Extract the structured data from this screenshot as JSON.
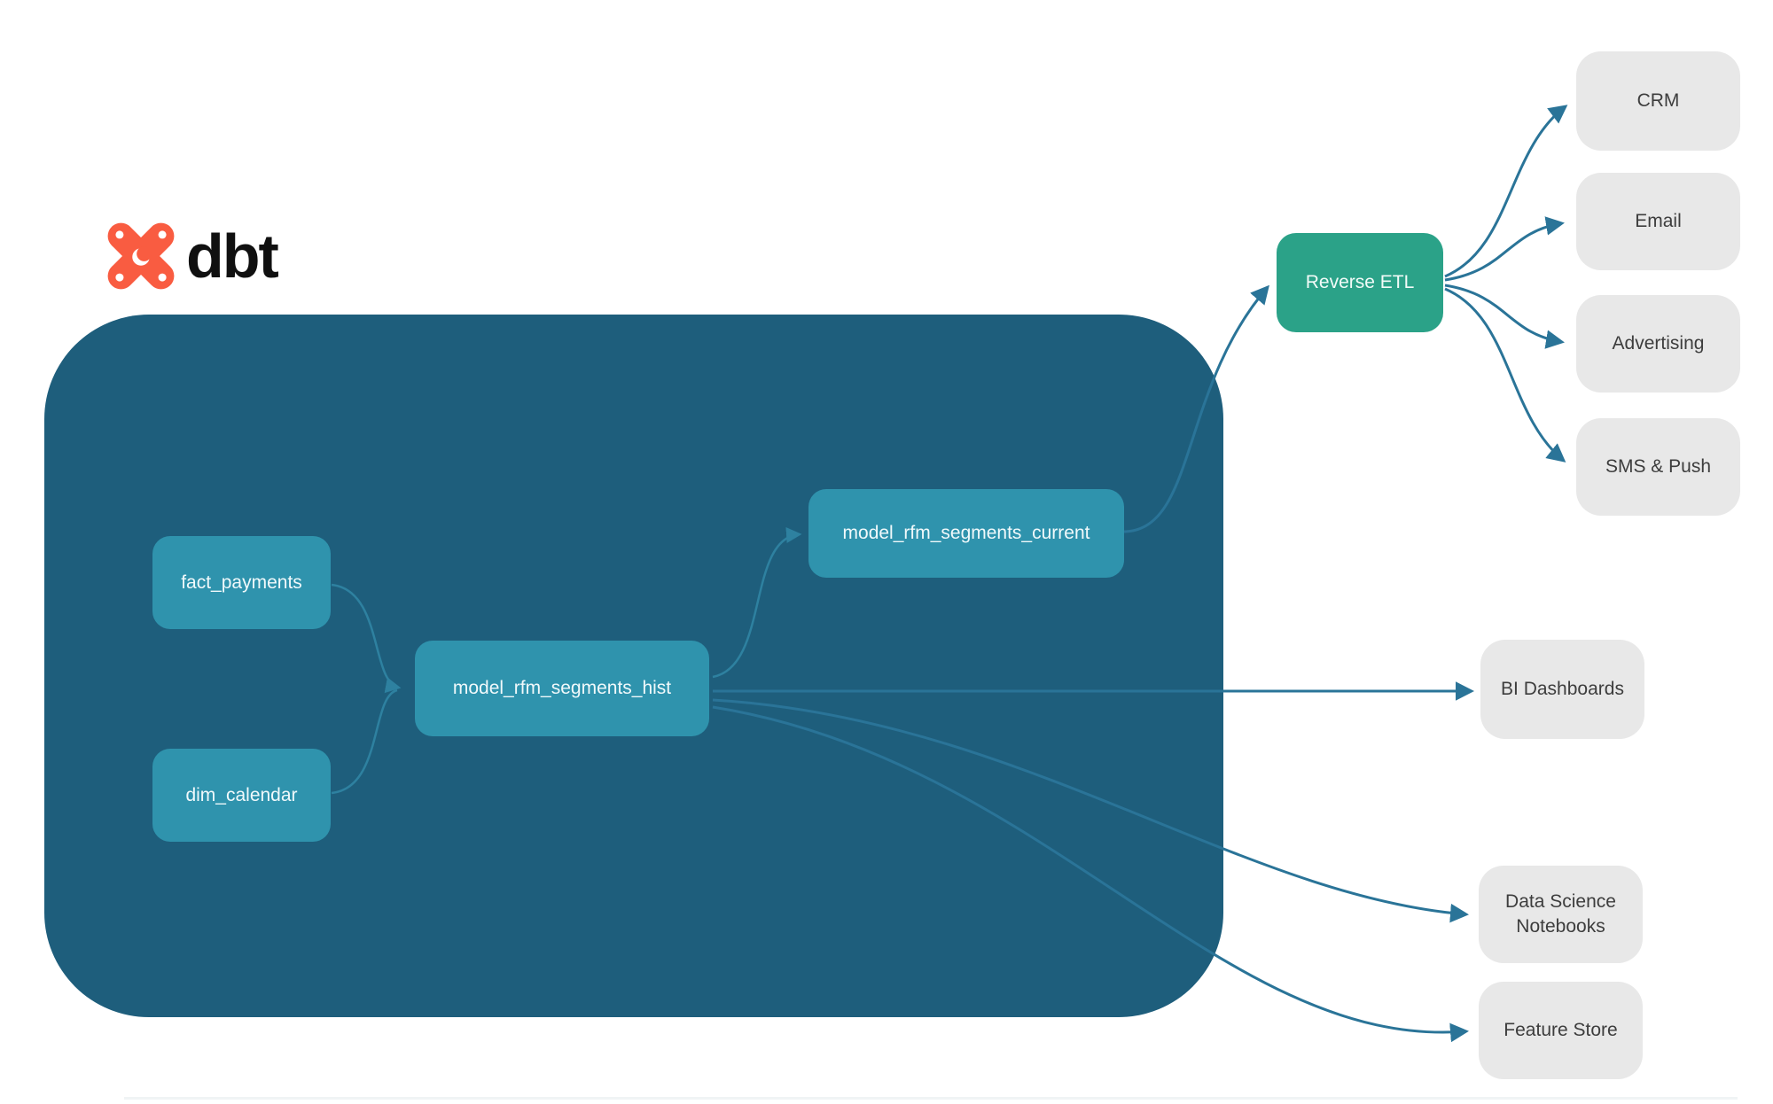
{
  "logo": {
    "text": "dbt",
    "icon": "dbt-supernova-icon",
    "color": "#F95C41"
  },
  "colors": {
    "container_background": "#1E5E7C",
    "model_node": "#2F93AD",
    "etl_node": "#2BA288",
    "destination_node": "#E8E8E8",
    "edge_inner": "#2E81A0",
    "edge_outer": "#2A7498",
    "model_text": "#F0F9FB",
    "destination_text": "#3D3D3D"
  },
  "nodes": {
    "fact_payments": {
      "label": "fact_payments"
    },
    "dim_calendar": {
      "label": "dim_calendar"
    },
    "hist": {
      "label": "model_rfm_segments_hist"
    },
    "current": {
      "label": "model_rfm_segments_current"
    },
    "reverse_etl": {
      "label": "Reverse ETL"
    },
    "crm": {
      "label": "CRM"
    },
    "email": {
      "label": "Email"
    },
    "advertising": {
      "label": "Advertising"
    },
    "sms_push": {
      "label": "SMS & Push"
    },
    "bi_dashboards": {
      "label": "BI Dashboards"
    },
    "ds_notebooks": {
      "label": "Data Science Notebooks"
    },
    "feature_store": {
      "label": "Feature Store"
    }
  },
  "edges": [
    {
      "from": "fact_payments",
      "to": "model_rfm_segments_hist"
    },
    {
      "from": "dim_calendar",
      "to": "model_rfm_segments_hist"
    },
    {
      "from": "model_rfm_segments_hist",
      "to": "model_rfm_segments_current"
    },
    {
      "from": "model_rfm_segments_current",
      "to": "Reverse ETL"
    },
    {
      "from": "Reverse ETL",
      "to": "CRM"
    },
    {
      "from": "Reverse ETL",
      "to": "Email"
    },
    {
      "from": "Reverse ETL",
      "to": "Advertising"
    },
    {
      "from": "Reverse ETL",
      "to": "SMS & Push"
    },
    {
      "from": "model_rfm_segments_hist",
      "to": "BI Dashboards"
    },
    {
      "from": "model_rfm_segments_hist",
      "to": "Data Science Notebooks"
    },
    {
      "from": "model_rfm_segments_hist",
      "to": "Feature Store"
    }
  ]
}
